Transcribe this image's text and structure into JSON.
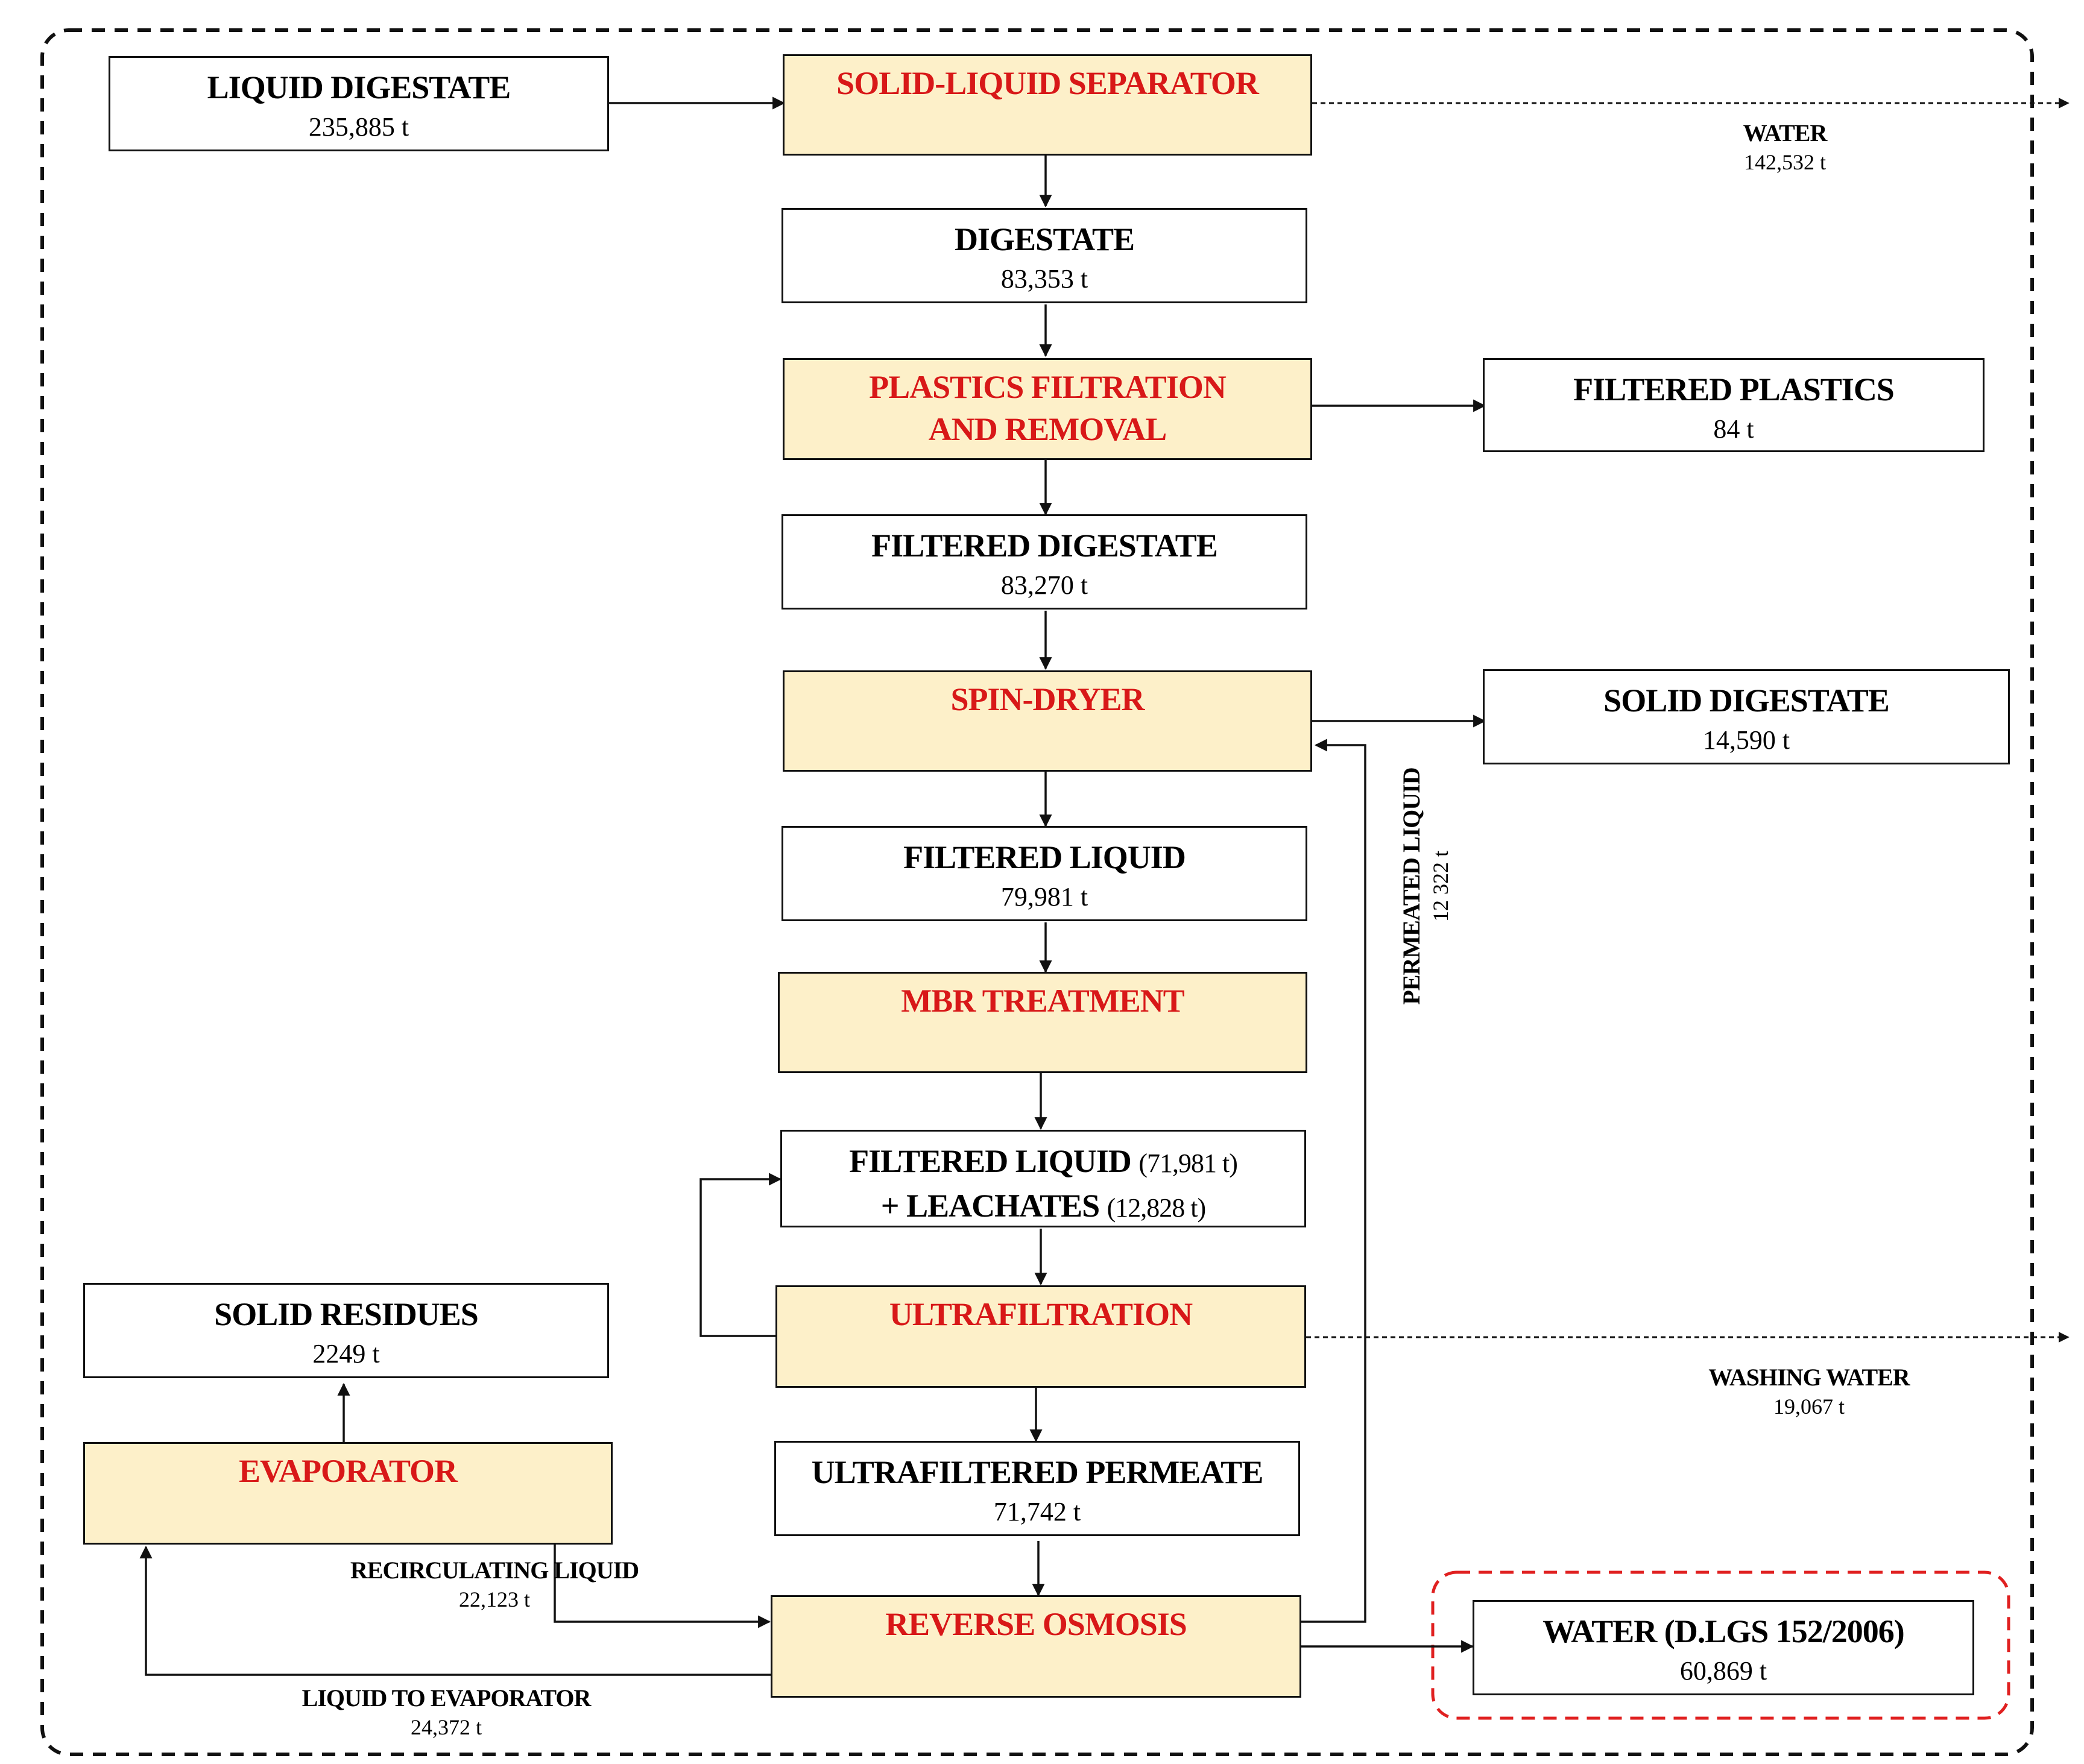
{
  "process": {
    "solid_liquid_separator": "SOLID-LIQUID SEPARATOR",
    "plastics_filtration_l1": "PLASTICS FILTRATION",
    "plastics_filtration_l2": "AND REMOVAL",
    "spin_dryer": "SPIN-DRYER",
    "mbr_treatment": "MBR TREATMENT",
    "ultrafiltration": "ULTRAFILTRATION",
    "reverse_osmosis": "REVERSE OSMOSIS",
    "evaporator": "EVAPORATOR"
  },
  "products": {
    "liquid_digestate": {
      "title": "LIQUID DIGESTATE",
      "qty": "235,885 t"
    },
    "digestate": {
      "title": "DIGESTATE",
      "qty": "83,353 t"
    },
    "filtered_plastics": {
      "title": "FILTERED PLASTICS",
      "qty": "84 t"
    },
    "filtered_digestate": {
      "title": "FILTERED DIGESTATE",
      "qty": "83,270 t"
    },
    "solid_digestate": {
      "title": "SOLID DIGESTATE",
      "qty": "14,590 t"
    },
    "filtered_liquid": {
      "title": "FILTERED LIQUID",
      "qty": "79,981 t"
    },
    "filtered_liquid_leachates": {
      "line1_title": "FILTERED LIQUID",
      "line1_qty": "(71,981 t)",
      "line2_title": "+ LEACHATES",
      "line2_qty": "(12,828 t)"
    },
    "ultrafiltered_permeate": {
      "title": "ULTRAFILTERED PERMEATE",
      "qty": "71,742 t"
    },
    "solid_residues": {
      "title": "SOLID RESIDUES",
      "qty": "2249 t"
    },
    "water_final": {
      "title": "WATER (D.LGS 152/2006)",
      "qty": "60,869 t"
    }
  },
  "flows": {
    "water": {
      "title": "WATER",
      "qty": "142,532 t"
    },
    "washing_water": {
      "title": "WASHING WATER",
      "qty": "19,067 t"
    },
    "permeated_liquid": {
      "title": "PERMEATED LIQUID",
      "qty": "12 322 t"
    },
    "recirculating_liquid": {
      "title": "RECIRCULATING LIQUID",
      "qty": "22,123 t"
    },
    "liquid_to_evaporator": {
      "title": "LIQUID TO EVAPORATOR",
      "qty": "24,372 t"
    }
  },
  "colors": {
    "process_fill": "#fdf0c9",
    "process_text": "#d81818",
    "highlight_border": "#e02020",
    "line": "#111111"
  }
}
